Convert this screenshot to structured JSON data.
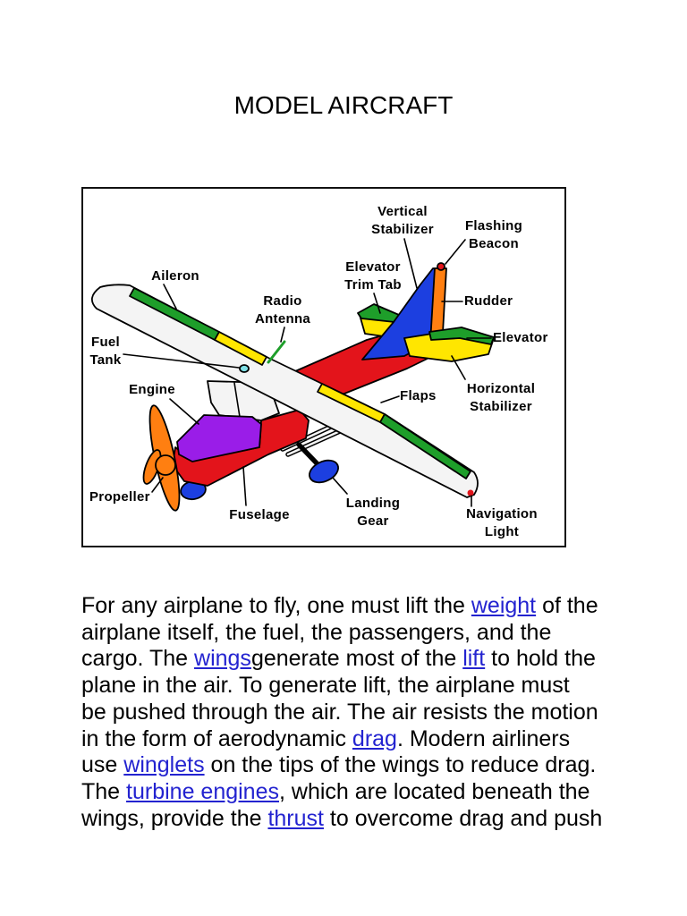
{
  "title": "MODEL AIRCRAFT",
  "diagram": {
    "labels": {
      "vertical_stabilizer": "Vertical\nStabilizer",
      "flashing_beacon": "Flashing\nBeacon",
      "aileron": "Aileron",
      "elevator_trim_tab": "Elevator\nTrim Tab",
      "radio_antenna": "Radio\nAntenna",
      "rudder": "Rudder",
      "fuel_tank": "Fuel\nTank",
      "elevator": "Elevator",
      "engine": "Engine",
      "flaps": "Flaps",
      "horizontal_stabilizer": "Horizontal\nStabilizer",
      "propeller": "Propeller",
      "landing_gear": "Landing\nGear",
      "fuselage": "Fuselage",
      "navigation_light": "Navigation\nLight"
    },
    "colors": {
      "wing": "#f4f4f4",
      "red": "#e3141b",
      "blue": "#1c3fe0",
      "yellow": "#ffe600",
      "green": "#1e9e2a",
      "orange": "#ff7f11",
      "purple": "#9a1de8",
      "cyan": "#7fe0e6"
    }
  },
  "paragraph": {
    "link_color": "#2323d0",
    "lines": [
      [
        {
          "text": "For any airplane to fly, one must lift the "
        },
        {
          "text": "weight",
          "link": true
        },
        {
          "text": " of the"
        }
      ],
      [
        {
          "text": "airplane itself, the fuel, the passengers, and the"
        }
      ],
      [
        {
          "text": "cargo. The "
        },
        {
          "text": "wings",
          "link": true
        },
        {
          "text": "generate most of the "
        },
        {
          "text": "lift",
          "link": true
        },
        {
          "text": " to hold the"
        }
      ],
      [
        {
          "text": "plane in the air. To generate lift, the airplane must"
        }
      ],
      [
        {
          "text": "be pushed through the air. The air resists the motion"
        }
      ],
      [
        {
          "text": "in the form of aerodynamic "
        },
        {
          "text": "drag",
          "link": true
        },
        {
          "text": ". Modern airliners"
        }
      ],
      [
        {
          "text": "use "
        },
        {
          "text": "winglets",
          "link": true
        },
        {
          "text": " on the tips of the wings to reduce drag."
        }
      ],
      [
        {
          "text": "The "
        },
        {
          "text": "turbine engines",
          "link": true
        },
        {
          "text": ", which are located beneath the"
        }
      ],
      [
        {
          "text": "wings, provide the "
        },
        {
          "text": "thrust",
          "link": true
        },
        {
          "text": " to overcome drag and push"
        }
      ]
    ]
  }
}
